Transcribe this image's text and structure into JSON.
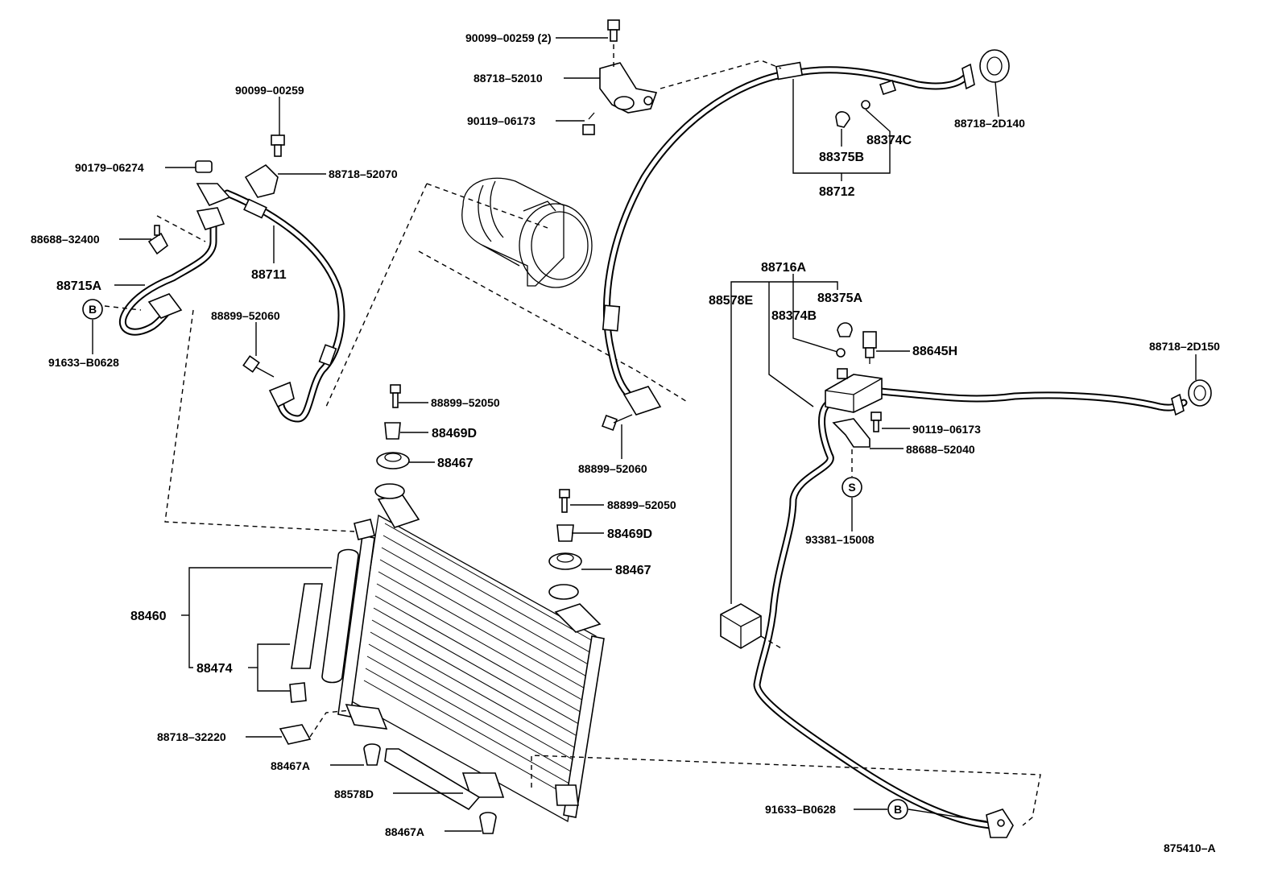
{
  "labels": {
    "p90099_00259_2": "90099–00259 (2)",
    "p88718_52010": "88718–52010",
    "p90119_06173_top": "90119–06173",
    "p90099_00259": "90099–00259",
    "p90179_06274": "90179–06274",
    "p88718_52070": "88718–52070",
    "p88688_32400": "88688–32400",
    "p88711": "88711",
    "p88715A": "88715A",
    "pB_left": "B",
    "p91633_B0628_left": "91633–B0628",
    "p88899_52060_left": "88899–52060",
    "p88899_52050_top": "88899–52050",
    "p88469D_top": "88469D",
    "p88467_top": "88467",
    "p88899_52050_right": "88899–52050",
    "p88469D_right": "88469D",
    "p88467_right": "88467",
    "p88460": "88460",
    "p88474": "88474",
    "p88718_32220": "88718–32220",
    "p88467A_top": "88467A",
    "p88578D": "88578D",
    "p88467A_bottom": "88467A",
    "p88899_52060_mid": "88899–52060",
    "p88718_2D140": "88718–2D140",
    "p88374C": "88374C",
    "p88375B": "88375B",
    "p88712": "88712",
    "p88716A": "88716A",
    "p88578E": "88578E",
    "p88375A": "88375A",
    "p88374B": "88374B",
    "p88645H": "88645H",
    "p88718_2D150": "88718–2D150",
    "p90119_06173_right": "90119–06173",
    "p88688_52040": "88688–52040",
    "pS": "S",
    "p93381_15008": "93381–15008",
    "p91633_B0628_bottom": "91633–B0628",
    "pB_bottom": "B",
    "figure_code": "875410–A"
  }
}
